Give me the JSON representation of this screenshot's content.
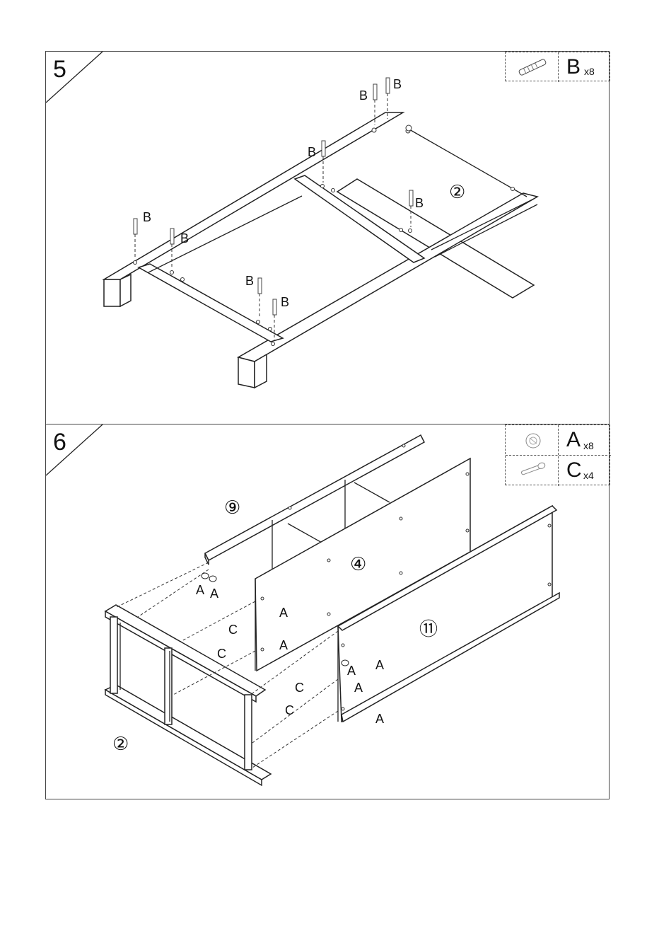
{
  "steps": [
    {
      "number": "5",
      "parts": [
        {
          "letter": "B",
          "qty": "x8",
          "icon": "dowel-icon"
        }
      ],
      "labels": {
        "fastener": "B",
        "panel": "②"
      }
    },
    {
      "number": "6",
      "parts": [
        {
          "letter": "A",
          "qty": "x8",
          "icon": "cam-lock-icon"
        },
        {
          "letter": "C",
          "qty": "x4",
          "icon": "cam-bolt-icon"
        }
      ],
      "labels": {
        "cam": "A",
        "bolt": "C",
        "rail": "⑨",
        "divider": "④",
        "back": "⑪",
        "frame": "②"
      }
    }
  ]
}
